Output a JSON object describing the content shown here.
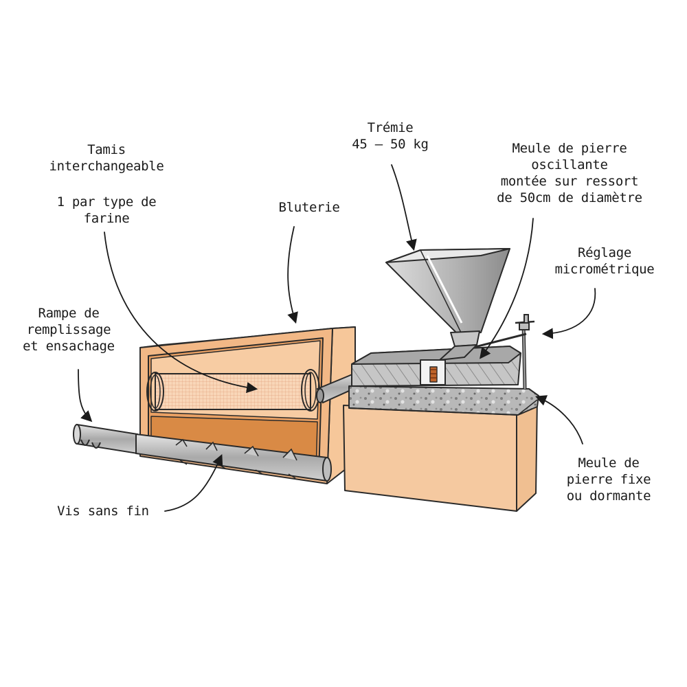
{
  "labels": {
    "tamis": {
      "lines": [
        "Tamis",
        "interchangeable"
      ]
    },
    "tamis_note": {
      "lines": [
        "1 par type de",
        "farine"
      ]
    },
    "bluterie": {
      "lines": [
        "Bluterie"
      ]
    },
    "tremie": {
      "lines": [
        "Trémie",
        "45 – 50 kg"
      ]
    },
    "meule_oscillante": {
      "lines": [
        "Meule de pierre",
        "oscillante",
        "montée sur ressort",
        "de 50cm de diamètre"
      ]
    },
    "reglage": {
      "lines": [
        "Réglage",
        "micrométrique"
      ]
    },
    "rampe": {
      "lines": [
        "Rampe de",
        "remplissage",
        "et ensachage"
      ]
    },
    "meule_fixe": {
      "lines": [
        "Meule de",
        "pierre fixe",
        "ou dormante"
      ]
    },
    "vis": {
      "lines": [
        "Vis sans fin"
      ]
    }
  },
  "colors": {
    "box_light": "#f5c9a0",
    "box_mid": "#eba66b",
    "box_dark": "#d9853f",
    "stone": "#b9b9b9",
    "steel": "#c8c8c8",
    "outline": "#2a2a2a"
  }
}
